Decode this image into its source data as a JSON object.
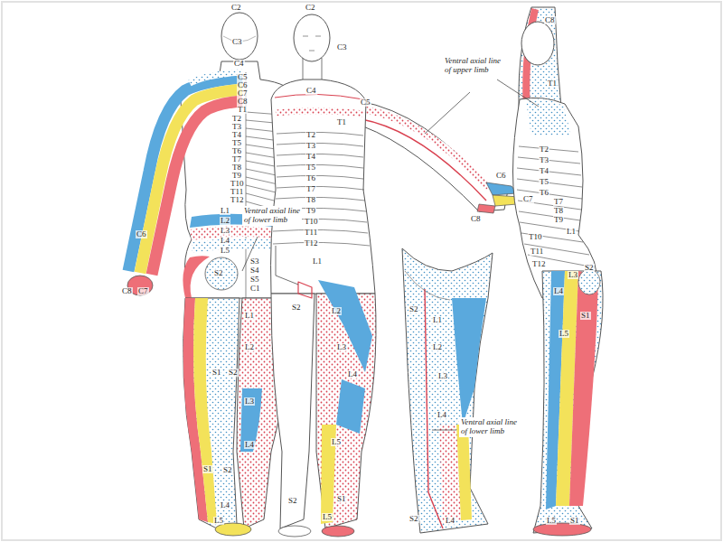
{
  "diagram": {
    "labels": [
      "C2",
      "C3",
      "C4",
      "C5",
      "C6",
      "C7",
      "C8",
      "T1",
      "T2",
      "T3",
      "T4",
      "T5",
      "T6",
      "T7",
      "T8",
      "T9",
      "T10",
      "T11",
      "T12",
      "L1",
      "L2",
      "L3",
      "L4",
      "L5",
      "S2",
      "S3",
      "S4",
      "S5",
      "C1",
      "L1",
      "L2",
      "S2",
      "S1",
      "L3",
      "L4",
      "S1",
      "S2",
      "L4",
      "L5",
      "C6",
      "C8",
      "C7",
      "C2",
      "C3",
      "C4",
      "C5",
      "T1",
      "T2",
      "T3",
      "T4",
      "T5",
      "T6",
      "T7",
      "T8",
      "T9",
      "T10",
      "T11",
      "T12",
      "L1",
      "S2",
      "L2",
      "L3",
      "L4",
      "L5",
      "S1",
      "S2",
      "L5",
      "C6",
      "C7",
      "C8",
      "Ventral axial line of upper limb",
      "Ventral axial line of lower limb",
      "S2",
      "L1",
      "L2",
      "L3",
      "L4",
      "Ventral axial line of lower limb",
      "S2",
      "L4",
      "C8",
      "T1",
      "T2",
      "T3",
      "T4",
      "T5",
      "T6",
      "T7",
      "T8",
      "T9",
      "T10",
      "T11",
      "T12",
      "L1",
      "L3",
      "L4",
      "S2",
      "S1",
      "L5",
      "L5",
      "S1"
    ]
  }
}
